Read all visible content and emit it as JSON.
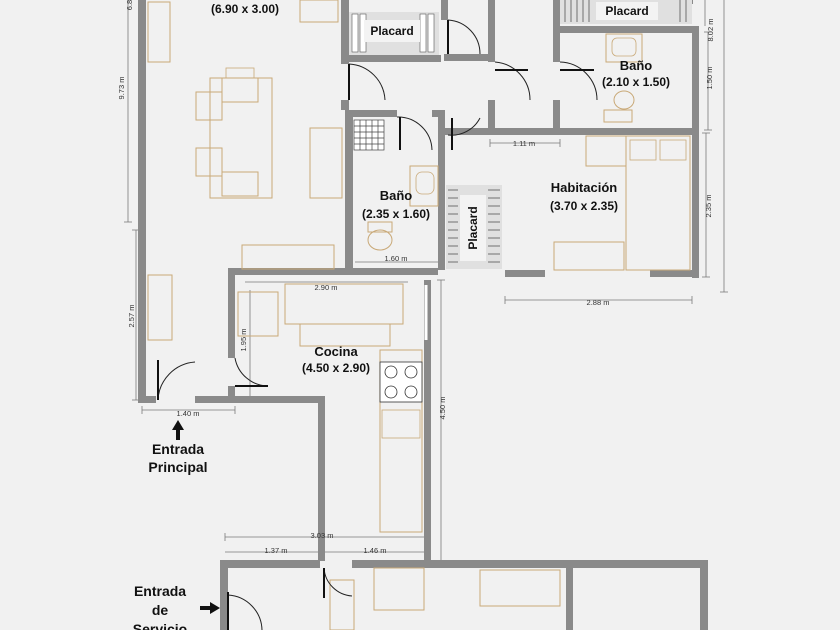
{
  "rooms": {
    "top_left_dims": "(6.90 x 3.00)",
    "placard_top": "Placard",
    "placard_top_right": "Placard",
    "bano_right_name": "Baño",
    "bano_right_dims": "(2.10 x 1.50)",
    "bano_center_name": "Baño",
    "bano_center_dims": "(2.35 x 1.60)",
    "habitacion_name": "Habitación",
    "habitacion_dims": "(3.70 x 2.35)",
    "placard_vertical": "Placard",
    "cocina_name": "Cocina",
    "cocina_dims": "(4.50 x 2.90)"
  },
  "entries": {
    "principal_line1": "Entrada",
    "principal_line2": "Principal",
    "servicio_line1": "Entrada",
    "servicio_line2": "de",
    "servicio_line3": "Servicio"
  },
  "dimensions": {
    "d_6_8": "6.8",
    "d_9_73": "9.73 m",
    "d_2_57": "2.57 m",
    "d_1_40": "1.40 m",
    "d_1_95": "1.95 m",
    "d_2_90": "2.90 m",
    "d_1_60": "1.60 m",
    "d_1_11": "1.11 m",
    "d_8_02": "8.02 m",
    "d_1_50": "1.50 m",
    "d_2_35": "2.35 m",
    "d_2_88": "2.88 m",
    "d_4_50": "4.50 m",
    "d_3_03": "3.03 m",
    "d_1_37": "1.37 m",
    "d_1_46": "1.46 m"
  }
}
